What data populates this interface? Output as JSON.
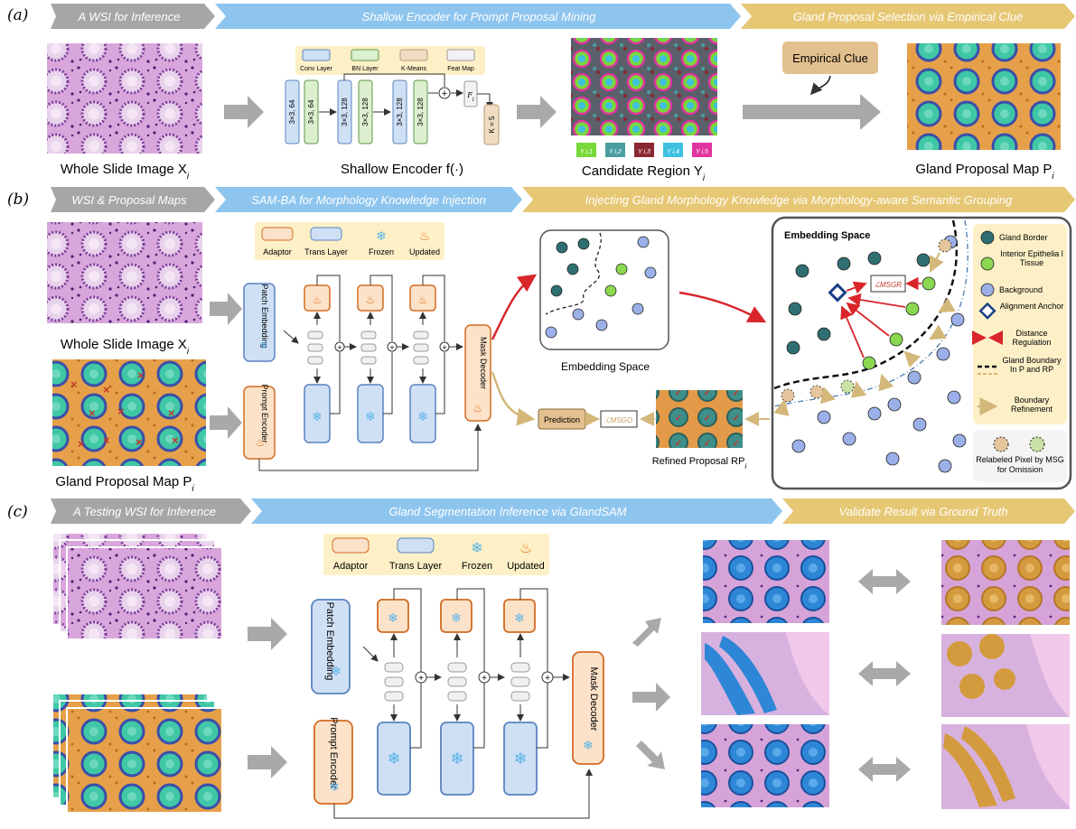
{
  "colors": {
    "grey_banner": "#a6a6a6",
    "blue_banner": "#8ec5ee",
    "gold_banner": "#e6c774",
    "tissue_pink": "#c98fd0",
    "tissue_purple": "#6a3a8c",
    "proposal_orange": "#e59a3c",
    "proposal_teal": "#3fc7a6",
    "adaptor_fill": "#fbe2c8",
    "adaptor_border": "#d26b22",
    "trans_fill": "#cfe0f5",
    "trans_border": "#5a84c0",
    "legend_bg": "#fdf0c7",
    "gland_border_dot": "#2f6f72",
    "interior_dot": "#8ad850",
    "background_dot": "#9bb0e8",
    "red_arrow": "#d9262c",
    "refine_arrow": "#d4b77a"
  },
  "section_a": {
    "label": "(a)",
    "banner1": "A WSI for Inference",
    "banner2": "Shallow Encoder for Prompt Proposal Mining",
    "banner3": "Gland Proposal Selection via Empirical Clue",
    "wsi_caption": "Whole Slide Image X",
    "wsi_sub": "i",
    "encoder_caption": "Shallow Encoder f(·)",
    "legend": [
      "Conv Layer",
      "BN Layer",
      "K-Means",
      "Feat Map"
    ],
    "layer_conv1": "3×3, 64",
    "layer_bn1": "3×3, 64",
    "layer_conv2": "3×3, 128",
    "layer_bn2": "3×3, 128",
    "layer_conv3": "3×3, 128",
    "layer_bn3": "3×3, 128",
    "feat_label": "F",
    "feat_sub": "i",
    "kmeans_label": "K = 5",
    "candidate_caption": "Candidate Region Y",
    "candidate_sub": "i",
    "region_labels": [
      "Y i,1",
      "Y i,2",
      "Y i,3",
      "Y i,4",
      "Y i,5"
    ],
    "empirical_clue": "Empirical Clue",
    "proposal_caption": "Gland Proposal Map P",
    "proposal_sub": "i"
  },
  "section_b": {
    "label": "(b)",
    "banner1": "WSI & Proposal Maps",
    "banner2": "SAM-BA for Morphology Knowledge Injection",
    "banner3": "Injecting Gland Morphology Knowledge via Morphology-aware Semantic Grouping",
    "wsi_caption": "Whole Slide Image X",
    "wsi_sub": "i",
    "proposal_caption": "Gland Proposal Map P",
    "proposal_sub": "i",
    "legend": [
      "Adaptor",
      "Trans Layer",
      "Frozen",
      "Updated"
    ],
    "patch_embedding": "Patch Embedding",
    "prompt_encoder": "Prompt Encoder",
    "mask_decoder": "Mask Decoder",
    "embedding_space_caption": "Embedding Space",
    "prediction": "Prediction",
    "loss_msgo": "ℒMSGO",
    "refined_caption": "Refined Proposal RP",
    "refined_sub": "i",
    "big_panel_title": "Embedding Space",
    "loss_msgr": "ℒMSGR",
    "legend_right": [
      "Gland Border",
      "Interior Epithelia l Tissue",
      "Background",
      "Alignment Anchor",
      "Distance Regulation",
      "Gland Boundary In P and RP",
      "Boundary Refinement",
      "Relabeled Pixel by MSG for Omission"
    ]
  },
  "section_c": {
    "label": "(c)",
    "banner1": "A Testing WSI for Inference",
    "banner2": "Gland Segmentation Inference via GlandSAM",
    "banner3": "Validate Result via Ground Truth",
    "legend": [
      "Adaptor",
      "Trans Layer",
      "Frozen",
      "Updated"
    ],
    "patch_embedding": "Patch Embedding",
    "prompt_encoder": "Prompt Encoder",
    "mask_decoder": "Mask Decoder"
  }
}
